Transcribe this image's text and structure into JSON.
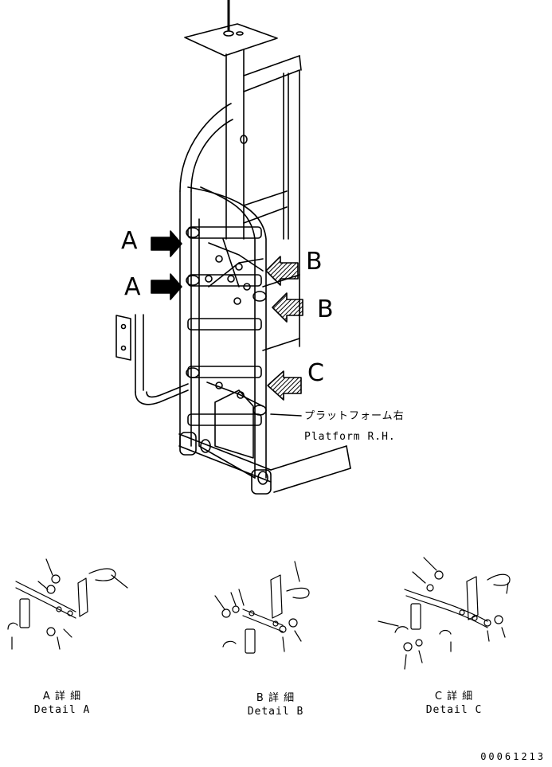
{
  "callouts": {
    "a1": "A",
    "a2": "A",
    "b1": "B",
    "b2": "B",
    "c1": "C"
  },
  "platform": {
    "label_jp": "プラットフォーム右",
    "label_en": "Platform R.H."
  },
  "details": [
    {
      "label_jp": "A 詳 細",
      "label_en": "Detail A"
    },
    {
      "label_jp": "B 詳 細",
      "label_en": "Detail B"
    },
    {
      "label_jp": "C 詳 細",
      "label_en": "Detail C"
    }
  ],
  "document_number": "00061213"
}
